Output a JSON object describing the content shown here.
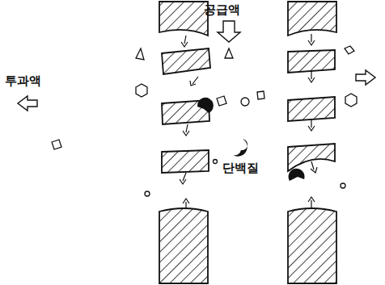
{
  "diagram": {
    "labels": [
      "공급액",
      "투과액",
      "단백질"
    ]
  }
}
